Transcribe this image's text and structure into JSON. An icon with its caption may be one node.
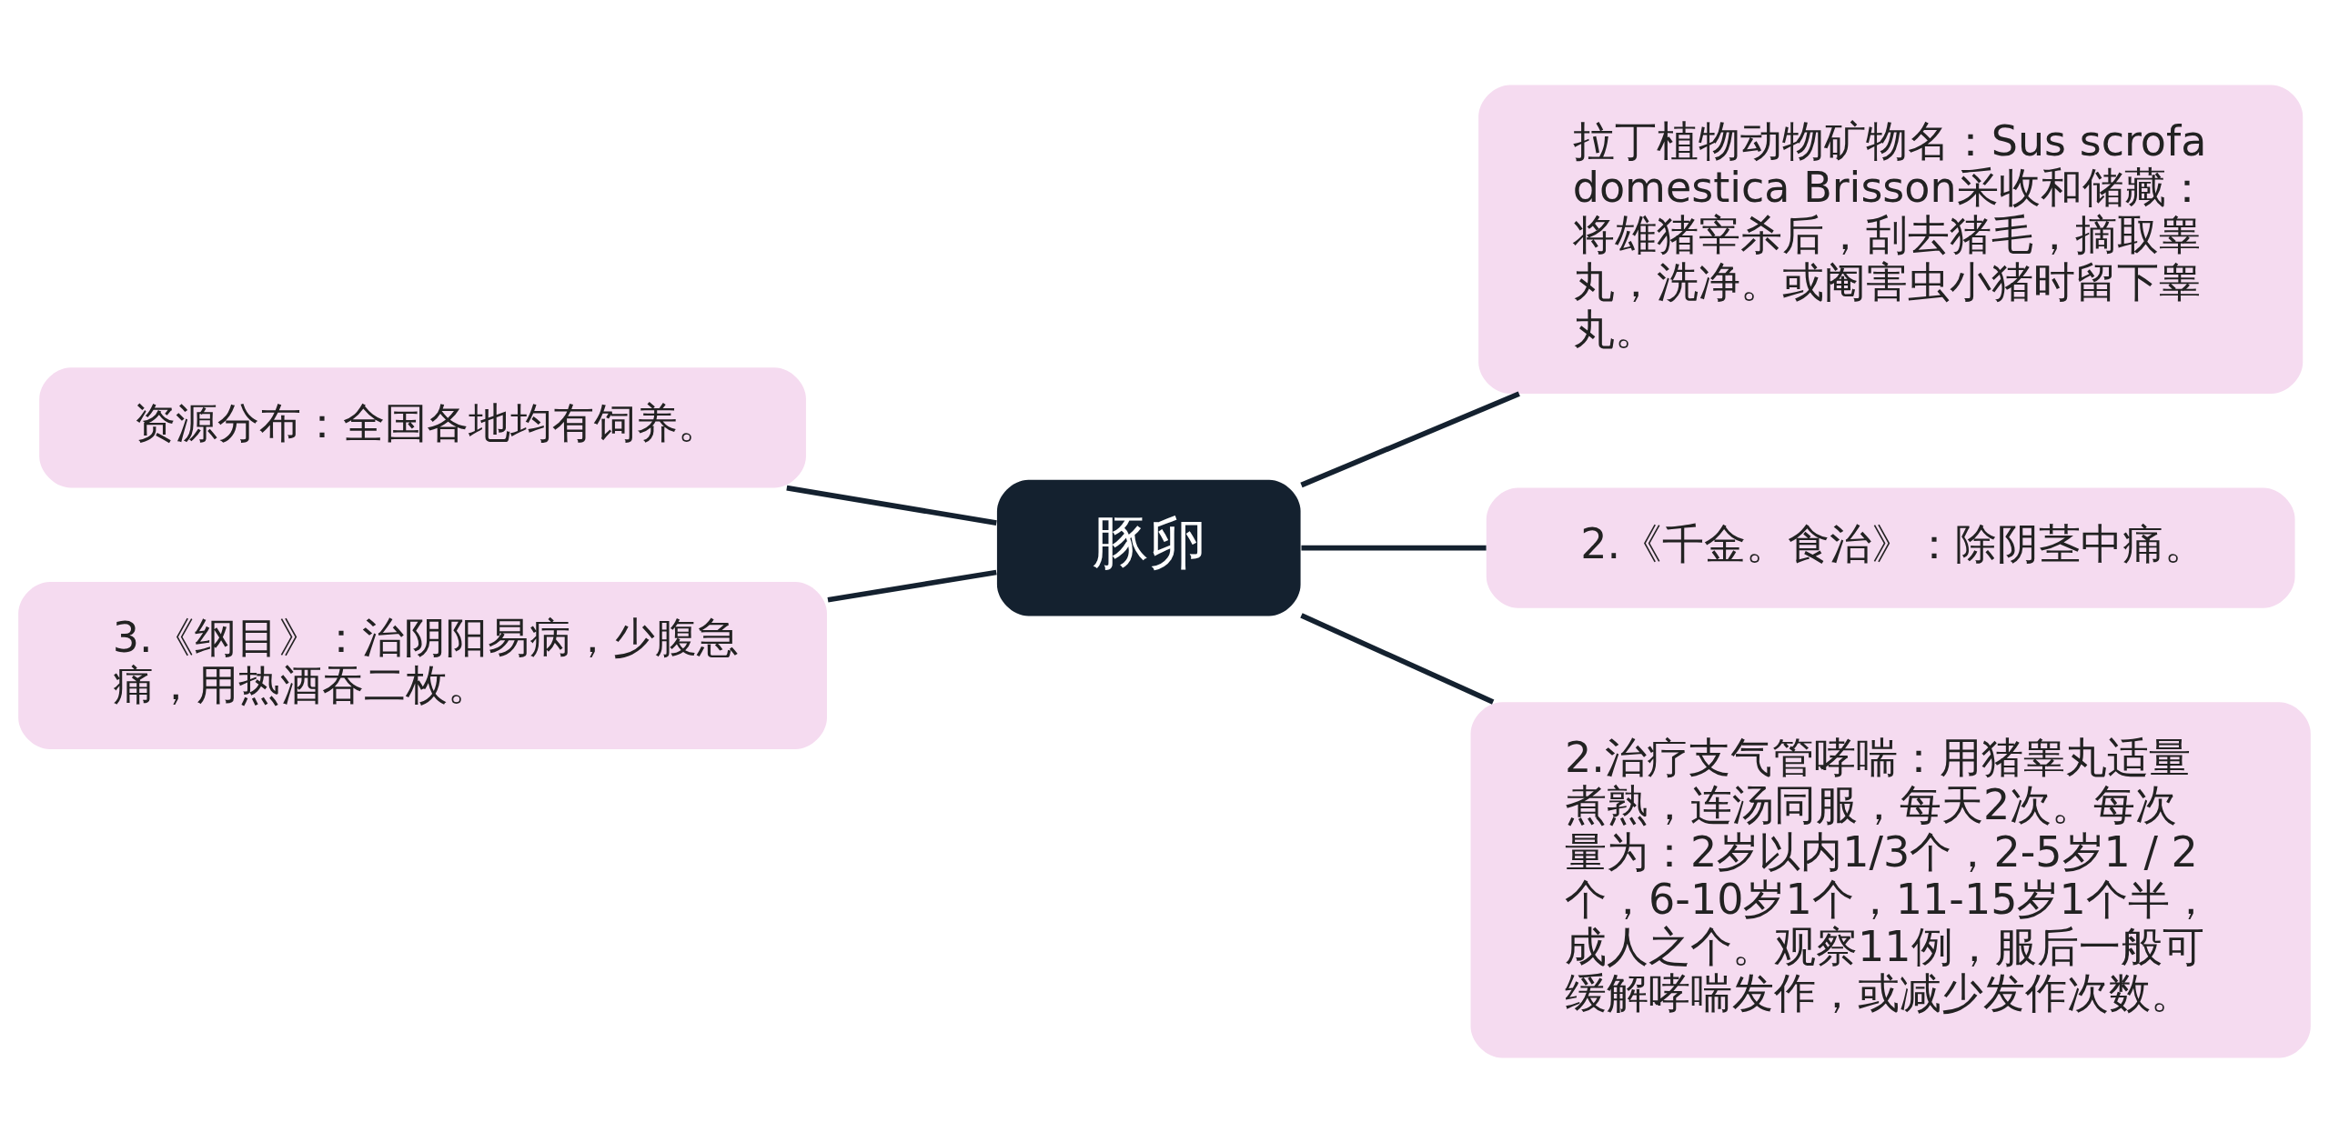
{
  "diagram": {
    "nodes": [
      {
        "text": [
          "豚卵"
        ]
      },
      {
        "text": [
          "拉丁植物动物矿物名：Sus scrofa domestica Brisson采收和储藏：将雄猪宰杀后，刮去猪毛，摘取睾丸，洗净。或阉害虫小猪时留下睾丸。"
        ]
      },
      {
        "text": [
          "2.《千金。食治》：除阴茎中痛。"
        ]
      },
      {
        "text": [
          "2.治疗支气管哮喘：用猪睾丸适量煮熟，连汤同服，每天2次。每次量为：2岁以内1/3个，2-5岁1 / 2个，6-10岁1个，11-15岁1个半，成人之个。观察11例，服后一般可缓解哮喘发作，或减少发作次数。"
        ]
      },
      {
        "text": [
          "资源分布：全国各地均有饲养。"
        ]
      },
      {
        "text": [
          "3.《纲目》：治阴阳易病，少腹急痛，用热酒吞二枚。"
        ]
      }
    ],
    "edges": [
      {
        "from": 0,
        "to": 1,
        "arrow": "none"
      },
      {
        "from": 0,
        "to": 2,
        "arrow": "none"
      },
      {
        "from": 0,
        "to": 3,
        "arrow": "none"
      },
      {
        "from": 0,
        "to": 4,
        "arrow": "none"
      },
      {
        "from": 0,
        "to": 5,
        "arrow": "none"
      }
    ]
  }
}
